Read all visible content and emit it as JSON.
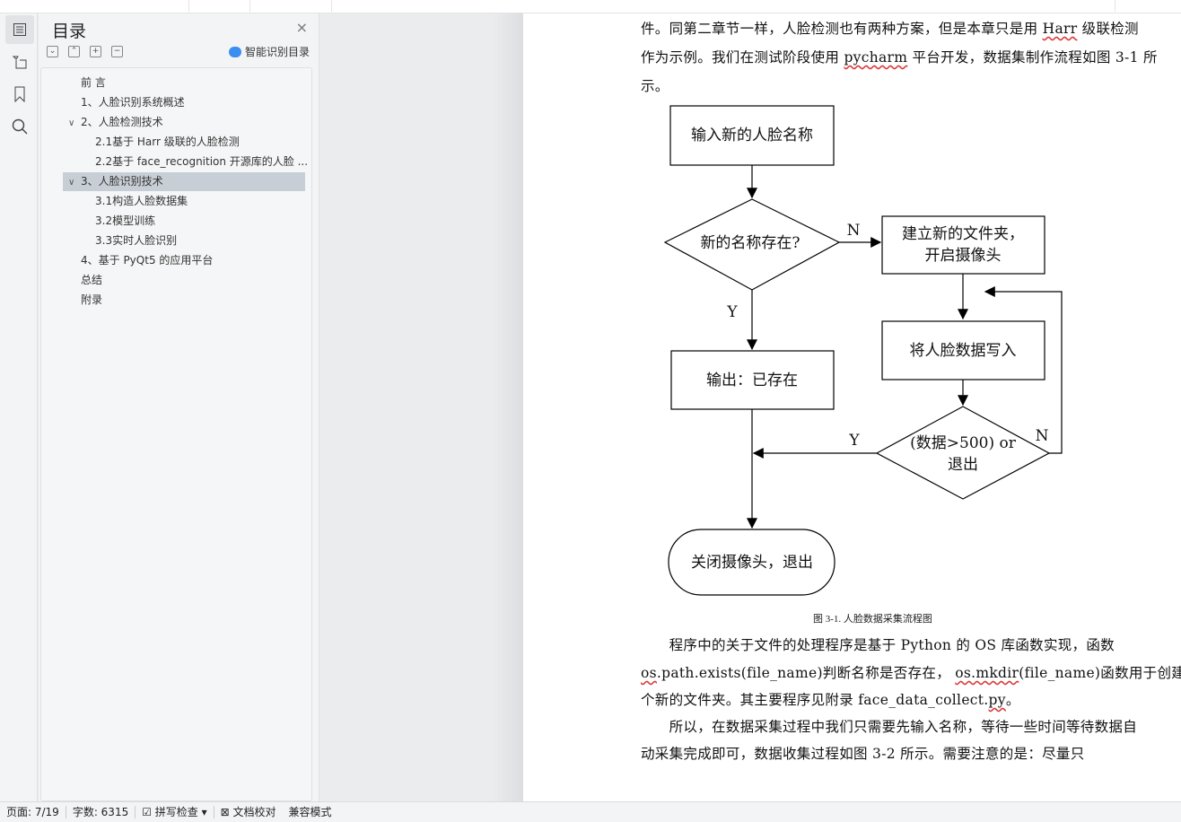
{
  "toc": {
    "title": "目录",
    "close": "×",
    "smart_label": "智能识别目录",
    "items": [
      {
        "label": "前 言",
        "level": 1,
        "expanded": null
      },
      {
        "label": "1、人脸识别系统概述",
        "level": 1,
        "expanded": null
      },
      {
        "label": "2、人脸检测技术",
        "level": 1,
        "expanded": true
      },
      {
        "label": "2.1基于 Harr 级联的人脸检测",
        "level": 2,
        "expanded": null
      },
      {
        "label": "2.2基于 face_recognition 开源库的人脸 ...",
        "level": 2,
        "expanded": null
      },
      {
        "label": "3、人脸识别技术",
        "level": 1,
        "expanded": true,
        "selected": true
      },
      {
        "label": "3.1构造人脸数据集",
        "level": 2,
        "expanded": null
      },
      {
        "label": "3.2模型训练",
        "level": 2,
        "expanded": null
      },
      {
        "label": "3.3实时人脸识别",
        "level": 2,
        "expanded": null
      },
      {
        "label": "4、基于 PyQt5 的应用平台",
        "level": 1,
        "expanded": null
      },
      {
        "label": "总结",
        "level": 1,
        "expanded": null
      },
      {
        "label": "附录",
        "level": 1,
        "expanded": null
      }
    ]
  },
  "doc": {
    "p1": [
      "件。同第二章节一样，人脸检测也有两种方案，但是本章只是用 ",
      "Harr",
      " 级联检测"
    ],
    "p2": [
      "作为示例。我们在测试阶段使用 ",
      "pycharm",
      " 平台开发，数据集制作流程如图 3-1 所"
    ],
    "p3": "示。",
    "flow": {
      "start": "输入新的人脸名称",
      "cond1": "新的名称存在?",
      "n1": "N",
      "y1": "Y",
      "mkdir1": "建立新的文件夹，",
      "mkdir2": "开启摄像头",
      "write": "将人脸数据写入",
      "cond2a": "(数据>500) or",
      "cond2b": "退出",
      "n2": "N",
      "y2": "Y",
      "exists": "输出：已存在",
      "end": "关闭摄像头，退出"
    },
    "caption": "图 3-1. 人脸数据采集流程图",
    "p4": "　　程序中的关于文件的处理程序是基于  Python 的  OS 库函数实现，函数",
    "p5": [
      "os",
      ".path.exists(file_name)判断名称是否存在，  ",
      "os.mkdir",
      "(file_name)函数用于创建一"
    ],
    "p6": [
      "个新的文件夹。其主要程序见附录  face_data_collect.",
      "py",
      "。"
    ],
    "p7": "　　所以，在数据采集过程中我们只需要先输入名称，等待一些时间等待数据自",
    "p8": "动采集完成即可，数据收集过程如图  3-2 所示。需要注意的是：尽量只"
  },
  "status": {
    "page": "页面: 7/19",
    "words": "字数: 6315",
    "spell": "拼写检查",
    "proof": "文档校对",
    "compat": "兼容模式"
  }
}
